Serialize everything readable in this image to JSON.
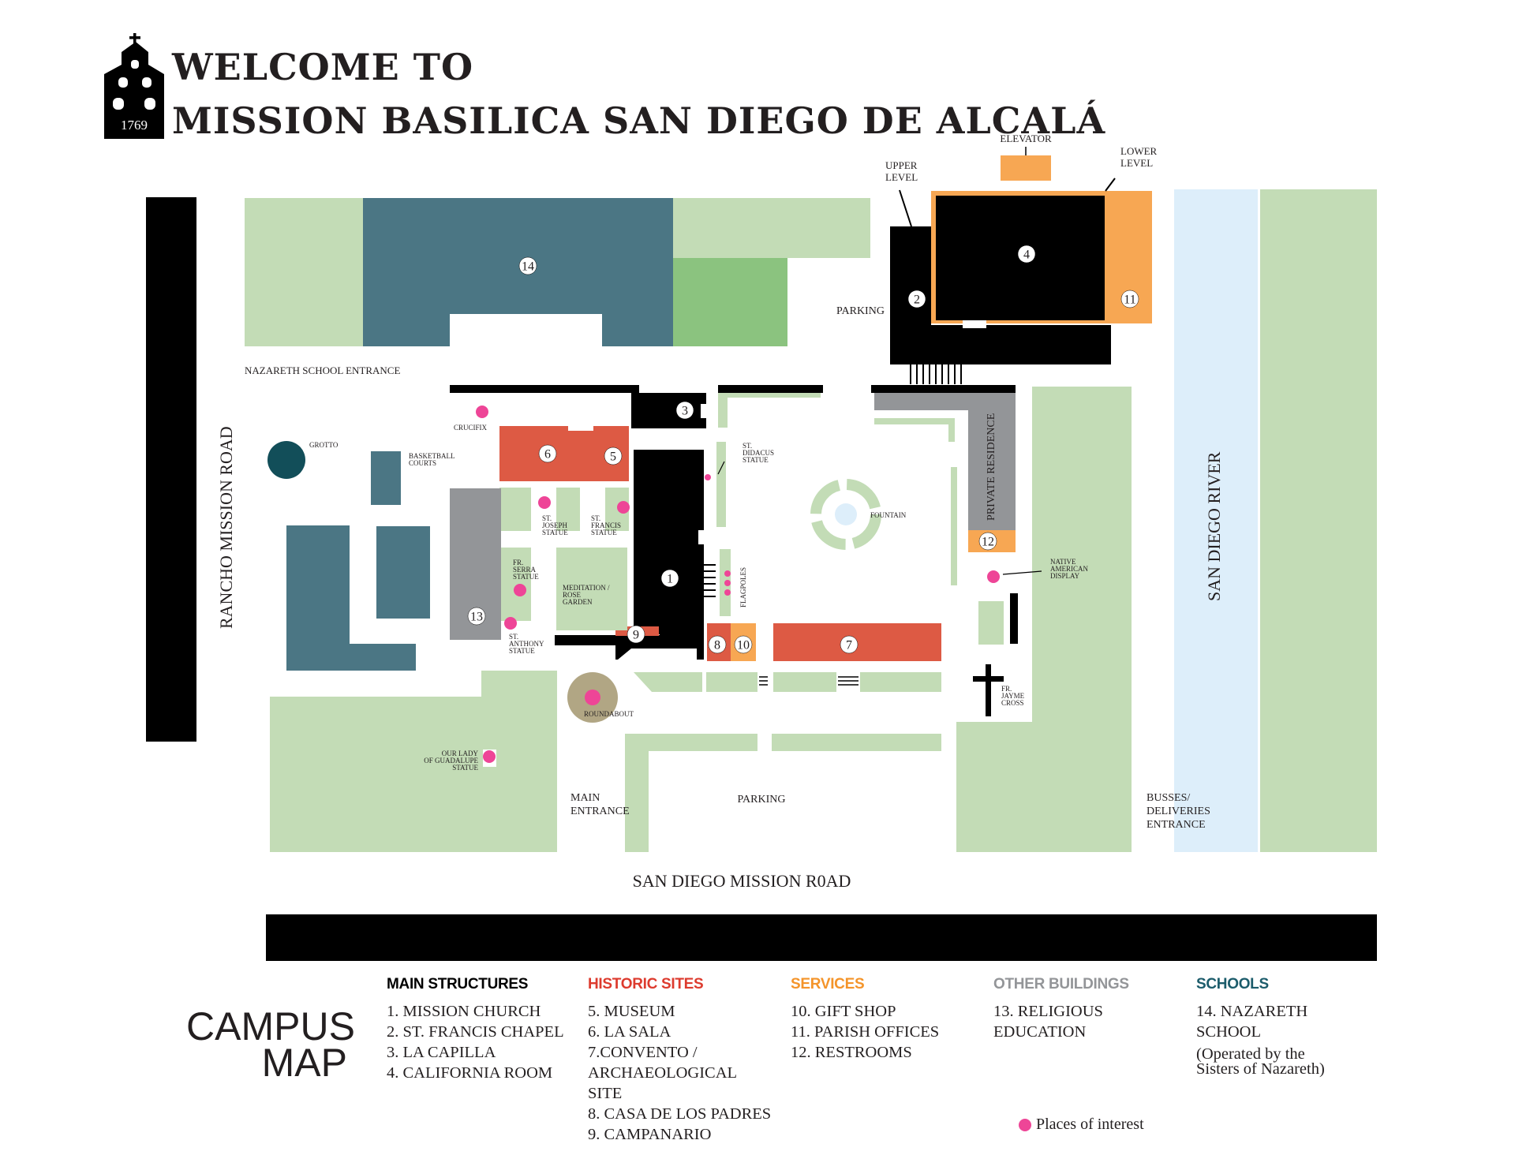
{
  "header": {
    "badge_year": "1769",
    "title_line1": "WELCOME TO",
    "title_line2": "MISSION BASILICA SAN DIEGO DE ALCALÁ"
  },
  "colors": {
    "lawn": "#c3dcb6",
    "lawn_dark": "#8bc37f",
    "school": "#4b7684",
    "historic": "#dd5a44",
    "services": "#f7a753",
    "other": "#939598",
    "main": "#000000",
    "poi": "#ee4597",
    "river": "#ddeefa",
    "grotto": "#124e59",
    "roundabout": "#b1a684"
  },
  "map": {
    "roads": {
      "rancho": "RANCHO MISSION ROAD",
      "mission_road": "SAN DIEGO MISSION R0AD",
      "river": "SAN DIEGO RIVER"
    },
    "labels": {
      "elevator": "ELEVATOR",
      "upper_level": [
        "UPPER",
        "LEVEL"
      ],
      "lower_level": [
        "LOWER",
        "LEVEL"
      ],
      "parking_top": "PARKING",
      "nazareth_entrance": "NAZARETH SCHOOL ENTRANCE",
      "crucifix": "CRUCIFIX",
      "grotto": "GROTTO",
      "basketball": [
        "BASKETBALL",
        "COURTS"
      ],
      "st_didacus": [
        "ST.",
        "DIDACUS",
        "STATUE"
      ],
      "fountain": "FOUNTAIN",
      "private_residence": "PRIVATE RESIDENCE",
      "native_american": [
        "NATIVE",
        "AMERICAN",
        "DISPLAY"
      ],
      "st_joseph": [
        "ST.",
        "JOSEPH",
        "STATUE"
      ],
      "st_francis": [
        "ST.",
        "FRANCIS",
        "STATUE"
      ],
      "fr_serra": [
        "FR.",
        "SERRA",
        "STATUE"
      ],
      "meditation": [
        "MEDITATION /",
        "ROSE",
        "GARDEN"
      ],
      "flagpoles": "FLAGPOLES",
      "st_anthony": [
        "ST.",
        "ANTHONY",
        "STATUE"
      ],
      "roundabout": "ROUNDABOUT",
      "fr_jayme": [
        "FR.",
        "JAYME",
        "CROSS"
      ],
      "guadalupe": [
        "OUR LADY",
        "OF GUADALUPE",
        "STATUE"
      ],
      "main_entrance": [
        "MAIN",
        "ENTRANCE"
      ],
      "parking_bottom": "PARKING",
      "busses": [
        "BUSSES/",
        "DELIVERIES",
        "ENTRANCE"
      ]
    },
    "markers": [
      "1",
      "2",
      "3",
      "4",
      "5",
      "6",
      "7",
      "8",
      "9",
      "10",
      "11",
      "12",
      "13",
      "14"
    ]
  },
  "legend": {
    "campus_map": [
      "CAMPUS",
      "MAP"
    ],
    "groups": [
      {
        "heading": "MAIN STRUCTURES",
        "color": "#000000",
        "items": [
          "1. MISSION CHURCH",
          "2. ST. FRANCIS CHAPEL",
          "3. LA CAPILLA",
          "4. CALIFORNIA ROOM"
        ]
      },
      {
        "heading": "HISTORIC SITES",
        "color": "#dd3b2e",
        "items": [
          "5. MUSEUM",
          "6. LA SALA",
          "7.CONVENTO /",
          "ARCHAEOLOGICAL",
          "SITE",
          "8. CASA DE LOS PADRES",
          "9. CAMPANARIO"
        ]
      },
      {
        "heading": "SERVICES",
        "color": "#f4942a",
        "items": [
          "10. GIFT SHOP",
          "11. PARISH OFFICES",
          "12. RESTROOMS"
        ]
      },
      {
        "heading": "OTHER BUILDINGS",
        "color": "#939598",
        "items": [
          "13. RELIGIOUS",
          "EDUCATION"
        ]
      },
      {
        "heading": "SCHOOLS",
        "color": "#1c5c6b",
        "items": [
          "14. NAZARETH",
          "SCHOOL"
        ],
        "note": [
          "(Operated by the",
          "Sisters of Nazareth)"
        ]
      }
    ],
    "poi_label": "Places of interest"
  }
}
